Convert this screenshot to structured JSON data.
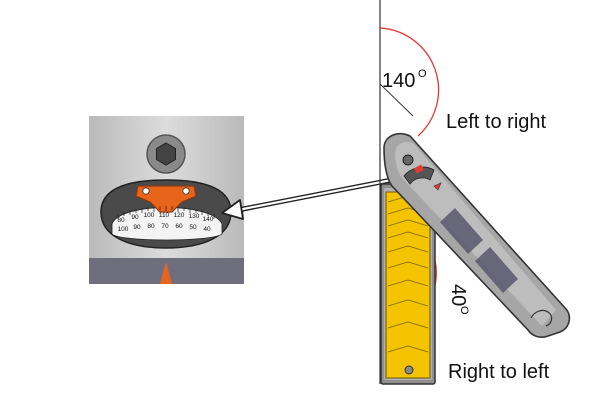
{
  "labels": {
    "angle_top": "140",
    "angle_top_unit": "O",
    "direction_top": "Left to right",
    "angle_side": "40",
    "angle_side_unit": "O",
    "direction_bottom": "Right to left"
  },
  "scale": {
    "outer_ticks": [
      "80",
      "90",
      "100",
      "110",
      "120",
      "130",
      "140"
    ],
    "inner_ticks": [
      "100",
      "90",
      "80",
      "70",
      "60",
      "50",
      "40"
    ]
  },
  "colors": {
    "arc": "#e53935",
    "orange": "#e8641b",
    "yellow": "#f5c400",
    "tool_grey": "#9a9a9a",
    "dark": "#333333"
  },
  "icons": {
    "inset_screw": "hex-screw-icon",
    "pointer": "pointer-arrow-icon",
    "callout": "callout-arrow-icon"
  }
}
